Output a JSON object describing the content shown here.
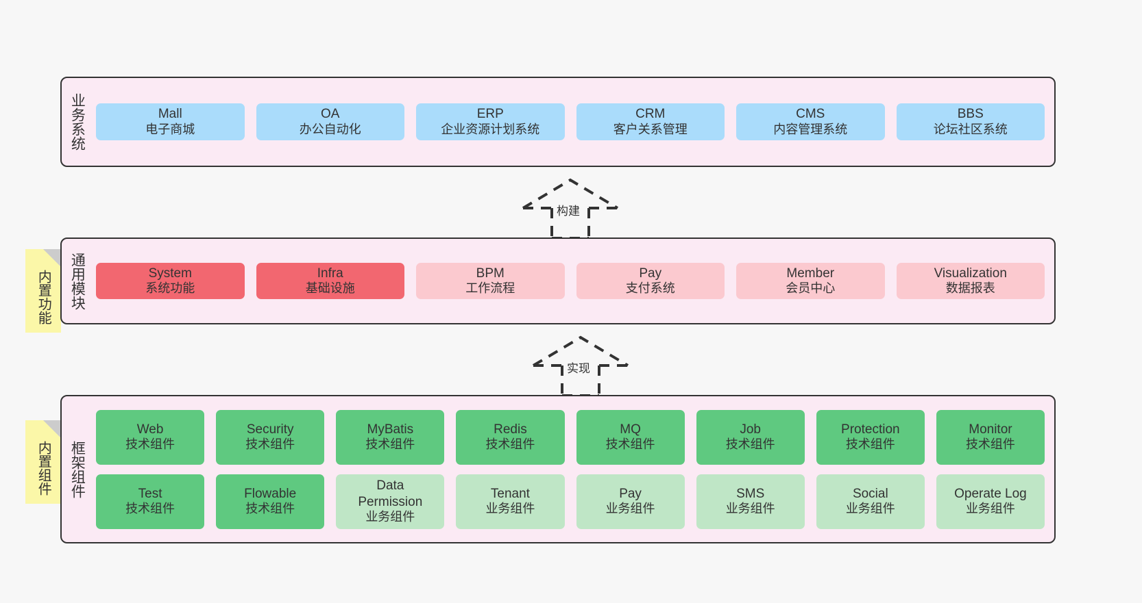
{
  "diagram": {
    "title": "",
    "background": "#f7f7f7",
    "colors": {
      "layer_bg": "#fbeaf4",
      "layer_border": "#333333",
      "blue": "#aadcfb",
      "red": "#f26770",
      "pink": "#fbc9cf",
      "green": "#5fc980",
      "light_green": "#bfe6c6",
      "sticky": "#fbf7a8",
      "sticky_fold": "#cccccc"
    }
  },
  "layers": {
    "business": {
      "label": "业务系统",
      "cards": [
        {
          "name": "Mall",
          "desc": "电子商城"
        },
        {
          "name": "OA",
          "desc": "办公自动化"
        },
        {
          "name": "ERP",
          "desc": "企业资源计划系统"
        },
        {
          "name": "CRM",
          "desc": "客户关系管理"
        },
        {
          "name": "CMS",
          "desc": "内容管理系统"
        },
        {
          "name": "BBS",
          "desc": "论坛社区系统"
        }
      ]
    },
    "common": {
      "label": "通用模块",
      "sticky": "内置功能",
      "cards": [
        {
          "name": "System",
          "desc": "系统功能",
          "tone": "red"
        },
        {
          "name": "Infra",
          "desc": "基础设施",
          "tone": "red"
        },
        {
          "name": "BPM",
          "desc": "工作流程",
          "tone": "pink"
        },
        {
          "name": "Pay",
          "desc": "支付系统",
          "tone": "pink"
        },
        {
          "name": "Member",
          "desc": "会员中心",
          "tone": "pink"
        },
        {
          "name": "Visualization",
          "desc": "数据报表",
          "tone": "pink"
        }
      ]
    },
    "framework": {
      "label": "框架组件",
      "sticky": "内置组件",
      "row1": [
        {
          "name": "Web",
          "desc": "技术组件"
        },
        {
          "name": "Security",
          "desc": "技术组件"
        },
        {
          "name": "MyBatis",
          "desc": "技术组件"
        },
        {
          "name": "Redis",
          "desc": "技术组件"
        },
        {
          "name": "MQ",
          "desc": "技术组件"
        },
        {
          "name": "Job",
          "desc": "技术组件"
        },
        {
          "name": "Protection",
          "desc": "技术组件"
        },
        {
          "name": "Monitor",
          "desc": "技术组件"
        }
      ],
      "row2": [
        {
          "name": "Test",
          "desc": "技术组件",
          "tone": "green"
        },
        {
          "name": "Flowable",
          "desc": "技术组件",
          "tone": "green"
        },
        {
          "name": "Data Permission",
          "desc": "业务组件",
          "tone": "light_green"
        },
        {
          "name": "Tenant",
          "desc": "业务组件",
          "tone": "light_green"
        },
        {
          "name": "Pay",
          "desc": "业务组件",
          "tone": "light_green"
        },
        {
          "name": "SMS",
          "desc": "业务组件",
          "tone": "light_green"
        },
        {
          "name": "Social",
          "desc": "业务组件",
          "tone": "light_green"
        },
        {
          "name": "Operate Log",
          "desc": "业务组件",
          "tone": "light_green"
        }
      ]
    }
  },
  "connectors": [
    {
      "label": "构建",
      "from": "通用模块",
      "to": "业务系统",
      "style": "dashed-generalization"
    },
    {
      "label": "实现",
      "from": "框架组件",
      "to": "通用模块",
      "style": "dashed-generalization"
    }
  ]
}
